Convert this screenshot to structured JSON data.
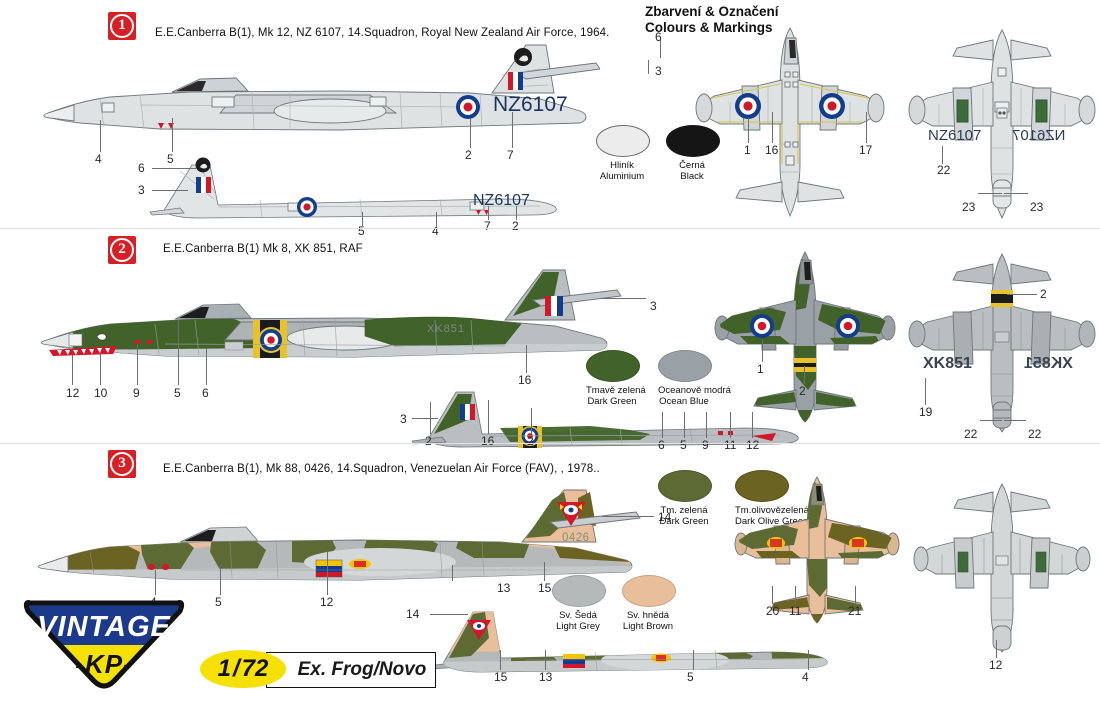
{
  "sheet": {
    "title_cs": "Zbarvení & Označení",
    "title_en": "Colours & Markings",
    "brand_top": "VINTAGE",
    "brand_bottom": "-KP-",
    "scale_num": "1",
    "scale_den": "72",
    "origin": "Ex. Frog/Novo"
  },
  "options": [
    {
      "number": "1",
      "caption": "E.E.Canberra B(1), Mk 12, NZ 6107, 14.Squadron, Royal New Zealand Air Force, 1964.",
      "serial": "NZ6107",
      "colors": [
        {
          "name_cs": "Hliník",
          "name_en": "Aluminium",
          "hex": "#ececec"
        },
        {
          "name_cs": "Černá",
          "name_en": "Black",
          "hex": "#151515"
        }
      ],
      "callouts_side_top": [
        "6",
        "3",
        "4",
        "5",
        "2",
        "7"
      ],
      "callouts_side_bottom": [
        "6",
        "3",
        "7",
        "2",
        "5",
        "4"
      ],
      "callouts_plan_top": [
        "1",
        "16",
        "17"
      ],
      "callouts_plan_bottom": [
        "22",
        "23",
        "23"
      ]
    },
    {
      "number": "2",
      "caption": "E.E.Canberra B(1) Mk 8,  XK 851, RAF",
      "serial": "XK851",
      "colors": [
        {
          "name_cs": "Tmavě zelená",
          "name_en": "Dark Green",
          "hex": "#41632a"
        },
        {
          "name_cs": "Oceanově modrá",
          "name_en": "Ocean Blue",
          "hex": "#9aa1a6"
        }
      ],
      "callouts_side_top": [
        "3",
        "12",
        "10",
        "9",
        "5",
        "6",
        "16"
      ],
      "callouts_side_bottom": [
        "2",
        "3",
        "16",
        "2",
        "6",
        "5",
        "9",
        "11",
        "12"
      ],
      "callouts_plan_top": [
        "1",
        "2"
      ],
      "callouts_plan_bottom": [
        "2",
        "19",
        "22",
        "22"
      ]
    },
    {
      "number": "3",
      "caption": "E.E.Canberra B(1), Mk 88, 0426, 14.Squadron, Venezuelan Air Force (FAV), , 1978..",
      "serial": "0426",
      "colors": [
        {
          "name_cs": "Tm. zelená",
          "name_en": "Dark Green",
          "hex": "#5e6a33"
        },
        {
          "name_cs": "Tm.olivovězelená",
          "name_en": "Dark Olive Green",
          "hex": "#6b6321"
        },
        {
          "name_cs": "Sv. Šedá",
          "name_en": "Light Grey",
          "hex": "#b6b9ba"
        },
        {
          "name_cs": "Sv. hnědá",
          "name_en": "Light Brown",
          "hex": "#e8bf9a"
        }
      ],
      "callouts_side_top": [
        "14",
        "13",
        "15",
        "4",
        "5",
        "12"
      ],
      "callouts_side_bottom": [
        "14",
        "15",
        "13",
        "5",
        "4"
      ],
      "callouts_plan_top": [
        "20",
        "11",
        "21"
      ],
      "callouts_plan_bottom": [
        "12"
      ]
    }
  ],
  "palette": {
    "grey_light": "#d9dcdd",
    "grey_mid": "#b9bec0",
    "grey_dark": "#8e9597",
    "outline": "#6f7679",
    "roundel_blue": "#123d8f",
    "roundel_red": "#d2172a",
    "red": "#d81f26",
    "yellow": "#f5e000",
    "blue_logo": "#1b3a8c",
    "dark_green": "#41632a",
    "ocean_blue": "#9aa1a6",
    "fav_green": "#5e6a33",
    "fav_olive": "#6b6321",
    "fav_tan": "#e8bf9a",
    "fav_grey": "#b6b9ba"
  }
}
